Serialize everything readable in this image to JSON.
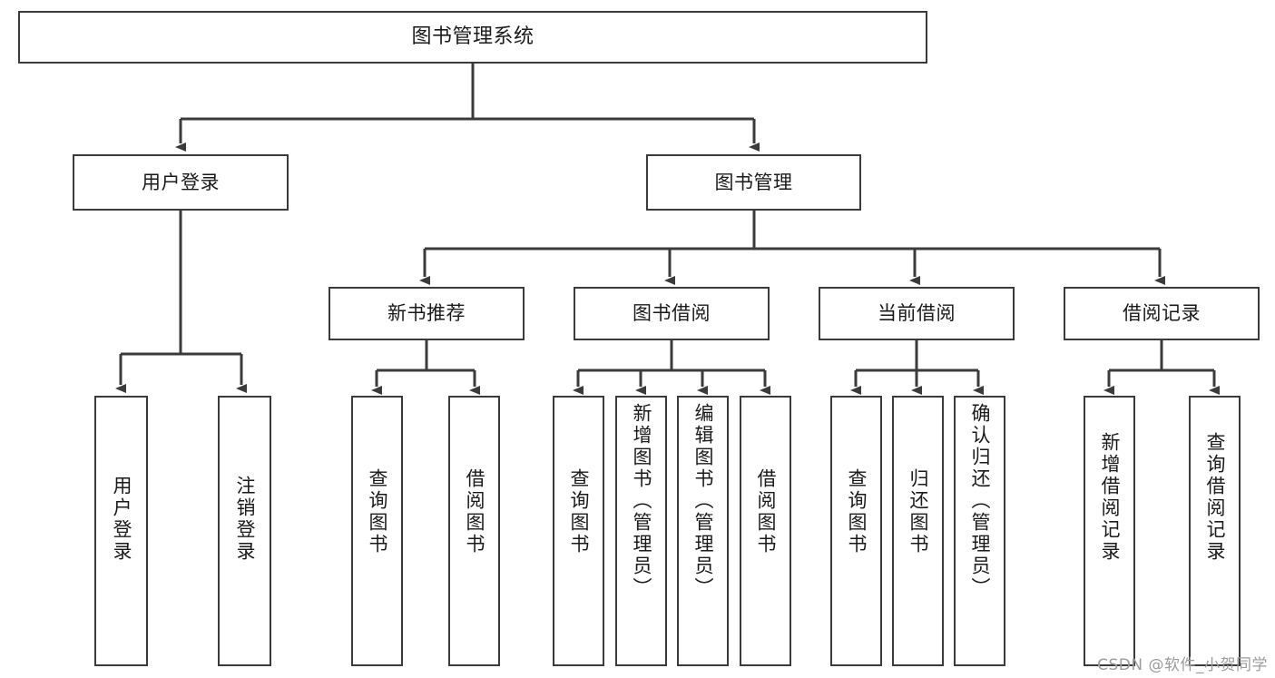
{
  "diagram": {
    "type": "tree-hierarchy-diagram",
    "title": "图书管理系统",
    "orientation": "top-down",
    "box_fill": "#ffffff",
    "box_stroke": "#3b3b3b",
    "connector_color": "#3b3b3b",
    "text_color": "#1a1a1a",
    "background": "#ffffff"
  },
  "nodes": {
    "root": {
      "label": "图书管理系统",
      "level": 1
    },
    "level2": [
      {
        "id": "user-login",
        "label": "用户登录",
        "level": 2
      },
      {
        "id": "book-manage",
        "label": "图书管理",
        "level": 2
      }
    ],
    "level3": [
      {
        "id": "new-book-recommend",
        "label": "新书推荐",
        "level": 3,
        "parent": "book-manage"
      },
      {
        "id": "book-borrow",
        "label": "图书借阅",
        "level": 3,
        "parent": "book-manage"
      },
      {
        "id": "current-borrow",
        "label": "当前借阅",
        "level": 3,
        "parent": "book-manage"
      },
      {
        "id": "borrow-record",
        "label": "借阅记录",
        "level": 3,
        "parent": "book-manage"
      }
    ],
    "leaves": [
      {
        "id": "leaf-user-login",
        "label": "用户登录",
        "parent": "user-login",
        "orientation": "vertical"
      },
      {
        "id": "leaf-logout-login",
        "label": "注销登录",
        "parent": "user-login",
        "orientation": "vertical"
      },
      {
        "id": "leaf-query-book-1",
        "label": "查询图书",
        "parent": "new-book-recommend",
        "orientation": "vertical"
      },
      {
        "id": "leaf-borrow-book-1",
        "label": "借阅图书",
        "parent": "new-book-recommend",
        "orientation": "vertical"
      },
      {
        "id": "leaf-query-book-2",
        "label": "查询图书",
        "parent": "book-borrow",
        "orientation": "vertical"
      },
      {
        "id": "leaf-add-book",
        "label": "新增图书（管理员）",
        "parent": "book-borrow",
        "orientation": "vertical"
      },
      {
        "id": "leaf-edit-book",
        "label": "编辑图书（管理员）",
        "parent": "book-borrow",
        "orientation": "vertical"
      },
      {
        "id": "leaf-borrow-book-2",
        "label": "借阅图书",
        "parent": "book-borrow",
        "orientation": "vertical"
      },
      {
        "id": "leaf-query-book-3",
        "label": "查询图书",
        "parent": "current-borrow",
        "orientation": "vertical"
      },
      {
        "id": "leaf-return-book",
        "label": "归还图书",
        "parent": "current-borrow",
        "orientation": "vertical"
      },
      {
        "id": "leaf-confirm-return",
        "label": "确认归还（管理员）",
        "parent": "current-borrow",
        "orientation": "vertical"
      },
      {
        "id": "leaf-add-record",
        "label": "新增借阅记录",
        "parent": "borrow-record",
        "orientation": "vertical"
      },
      {
        "id": "leaf-query-record",
        "label": "查询借阅记录",
        "parent": "borrow-record",
        "orientation": "vertical"
      }
    ]
  },
  "watermark": {
    "text": "CSDN @软件_小贺同学"
  }
}
